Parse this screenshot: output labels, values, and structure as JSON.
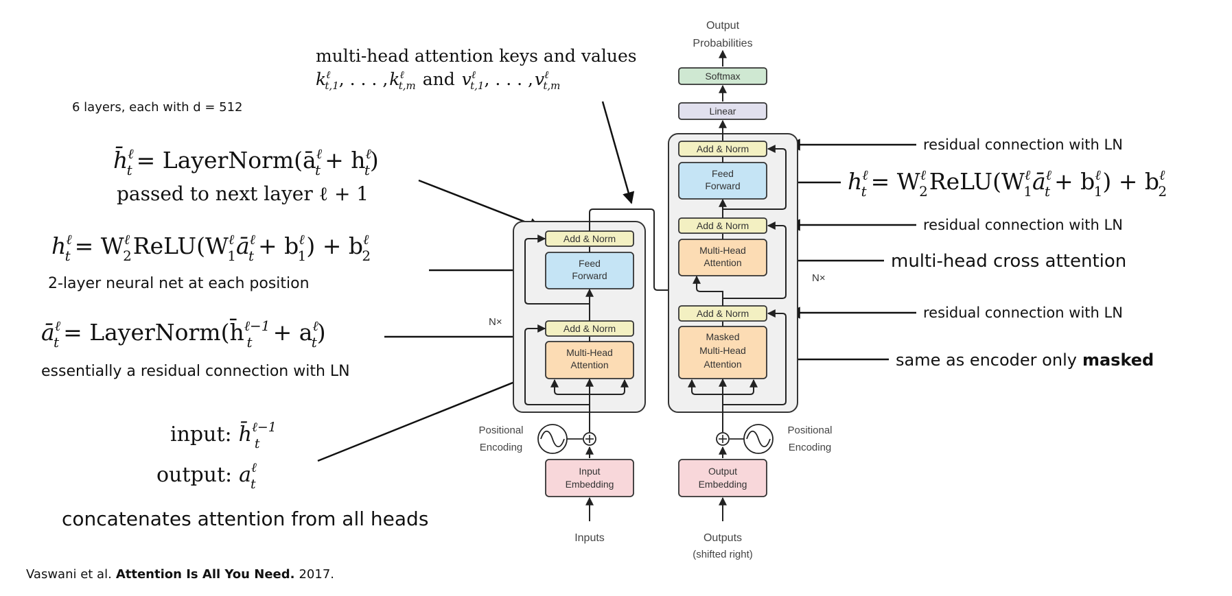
{
  "header": {
    "layers_note": "6 layers, each with d = 512",
    "keys_values_title": "multi-head attention keys and values",
    "keys_k_base": "k",
    "keys_k_first_sub": "t,1",
    "keys_k_last_sub": "t,m",
    "keys_and": "and",
    "keys_v_base": "v",
    "keys_v_first_sub": "t,1",
    "keys_v_last_sub": "t,m",
    "keys_sup": "ℓ",
    "keys_ellipsis": ", . . . ,"
  },
  "left_annotations": {
    "hbar_eq_lhs": "h̄",
    "hbar_eq_rhs": "= LayerNorm(ā",
    "hbar_eq_plus": "+ h",
    "hbar_eq_close": ")",
    "hbar_desc": "passed to next layer ℓ + 1",
    "ff_eq_lhs": "h",
    "ff_eq_w2": "= W",
    "ff_eq_relu": "ReLU(W",
    "ff_eq_a": "ā",
    "ff_eq_b1": "+ b",
    "ff_eq_b2": ") + b",
    "ff_desc": "2-layer neural net at each position",
    "abar_eq_lhs": "ā",
    "abar_eq_rhs": "= LayerNorm(h̄",
    "abar_eq_plus": "+ a",
    "abar_eq_close": ")",
    "abar_desc": "essentially a residual connection with LN",
    "input_label": "input:",
    "input_var": "h̄",
    "output_label": "output:",
    "output_var": "a",
    "concat_desc": "concatenates attention from all heads",
    "sup_l": "ℓ",
    "sup_lm1": "ℓ−1",
    "sub_t": "t",
    "sub_1": "1",
    "sub_2": "2"
  },
  "right_annotations": {
    "residual_1": "residual connection with LN",
    "ff_eq_lhs": "h",
    "ff_eq_w2": "= W",
    "ff_eq_relu": "ReLU(W",
    "ff_eq_a": "ā",
    "ff_eq_b1": "+ b",
    "ff_eq_b2": ") + b",
    "residual_2": "residual connection with LN",
    "cross_attention": "multi-head cross attention",
    "residual_3": "residual connection with LN",
    "masked_note_prefix": "same as encoder only",
    "masked_note_bold": "masked"
  },
  "citation": {
    "authors": "Vaswani et al.",
    "title": "Attention Is All You Need.",
    "year": "2017."
  },
  "diagram": {
    "output_probabilities_line1": "Output",
    "output_probabilities_line2": "Probabilities",
    "softmax": "Softmax",
    "linear": "Linear",
    "add_norm": "Add & Norm",
    "feed_forward_line1": "Feed",
    "feed_forward_line2": "Forward",
    "multi_head_line1": "Multi-Head",
    "multi_head_line2": "Attention",
    "masked_line1": "Masked",
    "masked_line2": "Multi-Head",
    "masked_line3": "Attention",
    "nx": "N×",
    "positional_line1": "Positional",
    "positional_line2": "Encoding",
    "input_embedding_line1": "Input",
    "input_embedding_line2": "Embedding",
    "output_embedding_line1": "Output",
    "output_embedding_line2": "Embedding",
    "inputs": "Inputs",
    "outputs_line1": "Outputs",
    "outputs_line2": "(shifted right)",
    "colors": {
      "add_norm_fill": "#f3f0c2",
      "feed_forward_fill": "#c5e4f5",
      "attention_fill": "#fcdcb4",
      "embedding_fill": "#f8d7da",
      "softmax_fill": "#cfe8d2",
      "linear_fill": "#e1e0ee",
      "stack_fill": "#f0f0f0"
    }
  }
}
